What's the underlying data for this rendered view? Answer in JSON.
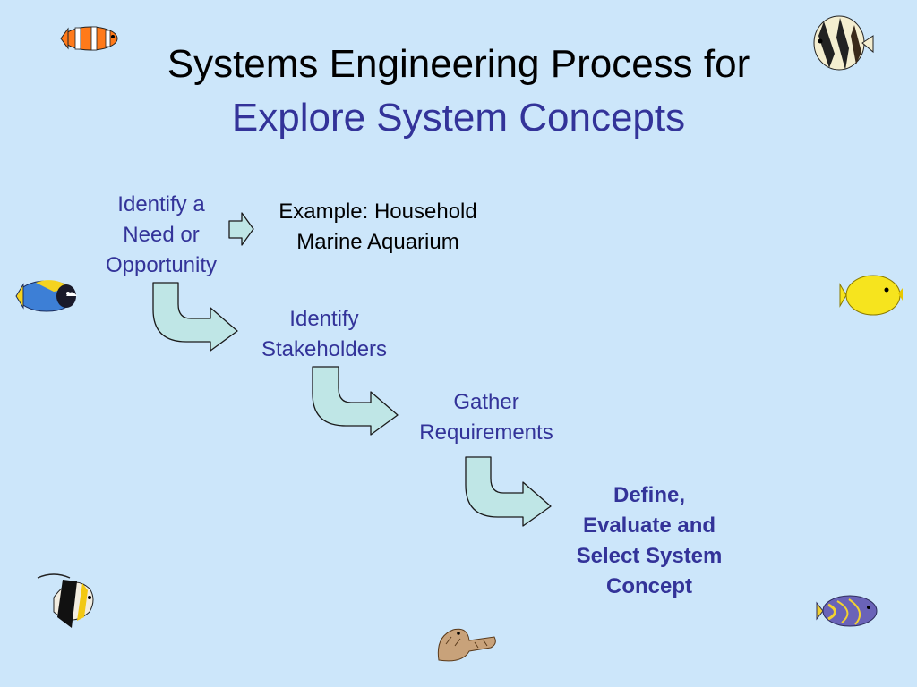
{
  "title": {
    "line1": "Systems Engineering Process for",
    "line2": "Explore System Concepts"
  },
  "steps": [
    {
      "lines": [
        "Identify a",
        "Need or",
        "Opportunity"
      ]
    },
    {
      "lines": [
        "Identify",
        "Stakeholders"
      ]
    },
    {
      "lines": [
        "Gather",
        "Requirements"
      ]
    },
    {
      "lines": [
        "Define,",
        "Evaluate and",
        "Select System",
        "Concept"
      ]
    }
  ],
  "example": {
    "lines": [
      "Example: Household",
      "Marine Aquarium"
    ]
  },
  "colors": {
    "background": "#cce6fa",
    "step_text": "#333399",
    "title_accent": "#333399",
    "arrow_fill": "#bfe6e6"
  },
  "decorations": {
    "icons": [
      "clownfish-icon",
      "butterflyfish-icon",
      "blue-tang-icon",
      "yellow-tang-icon",
      "moorish-idol-icon",
      "angelfish-icon",
      "seahorse-icon"
    ]
  }
}
